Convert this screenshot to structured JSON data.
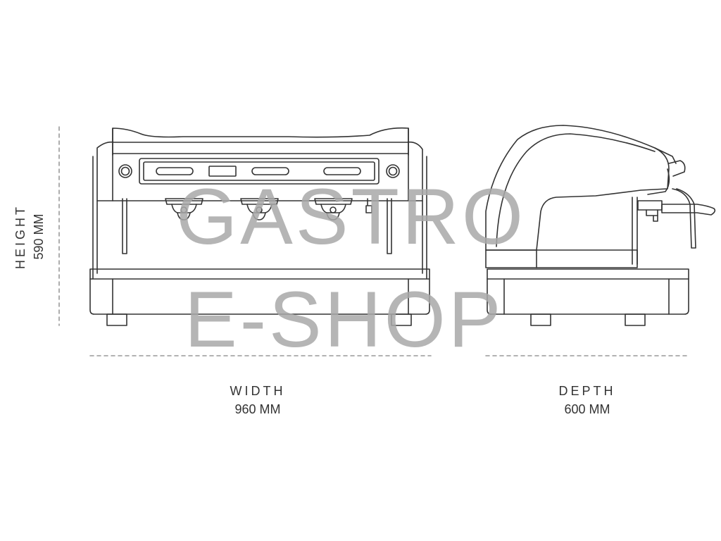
{
  "dimensions": {
    "width": {
      "caption": "WIDTH",
      "value": "960 MM"
    },
    "depth": {
      "caption": "DEPTH",
      "value": "600 MM"
    },
    "height": {
      "caption": "HEIGHT",
      "value": "590 MM"
    }
  },
  "watermark": {
    "line1": "GASTRO",
    "line2": "E-SHOP"
  },
  "colors": {
    "line": "#333333",
    "guide": "#999999",
    "watermark": "#a9a9a9"
  }
}
